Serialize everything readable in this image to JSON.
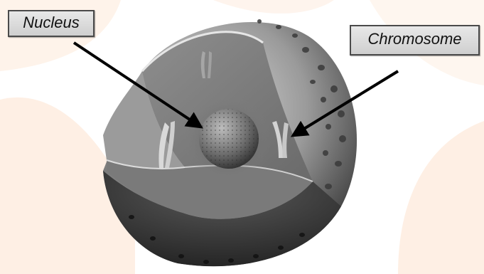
{
  "labels": {
    "nucleus": "Nucleus",
    "chromosome": "Chromosome"
  },
  "colors": {
    "background": "#ffffff",
    "watermark_peach": "#fbdcc6",
    "label_border": "#4a4a4a",
    "label_fill": "#dcdcdc",
    "arrow": "#000000",
    "cell_surface": "#a9a9a9",
    "cell_interior": "#8c8c8c"
  },
  "icons": {
    "cell": "sphere-cutaway",
    "nucleus": "stippled-sphere",
    "chromosome": "x-shaped-chromosome"
  }
}
